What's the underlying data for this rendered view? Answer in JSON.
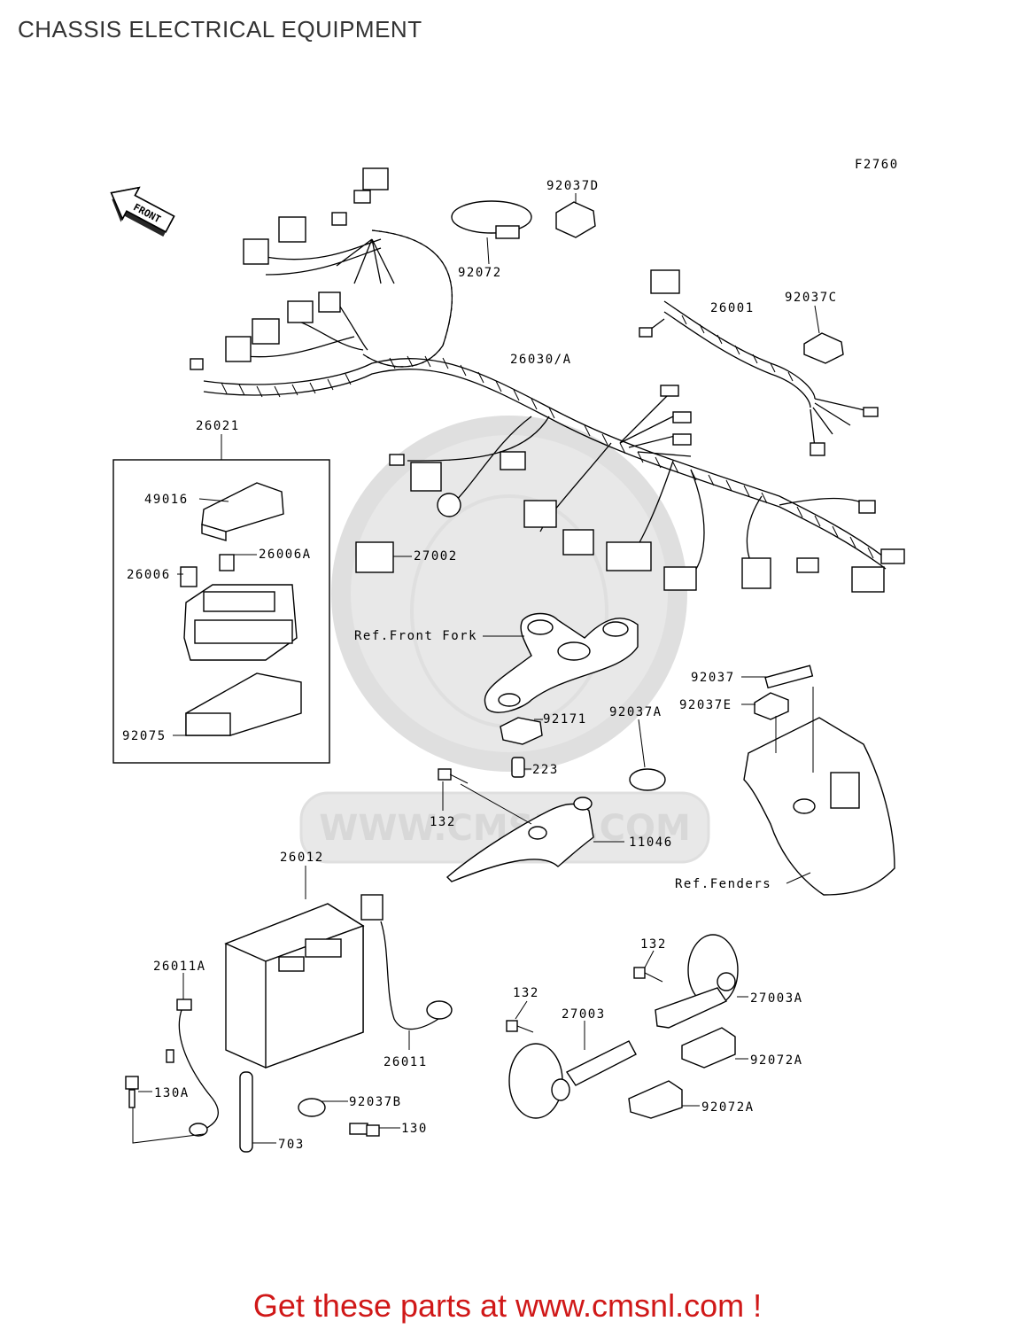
{
  "header": {
    "title": "CHASSIS ELECTRICAL EQUIPMENT"
  },
  "diagram": {
    "figure_code": "F2760",
    "direction_arrow": "FRONT",
    "watermark": "WWW.CMSNL.COM",
    "labels": {
      "p92037D": "92037D",
      "p92072": "92072",
      "p26001": "26001",
      "p92037C": "92037C",
      "p26030A": "26030/A",
      "p26021": "26021",
      "p49016": "49016",
      "p26006A": "26006A",
      "p26006": "26006",
      "p27002": "27002",
      "p92075": "92075",
      "refFrontFork": "Ref.Front Fork",
      "p92171": "92171",
      "p223": "223",
      "p92037A": "92037A",
      "p92037": "92037",
      "p92037E": "92037E",
      "p132a": "132",
      "p11046": "11046",
      "refFenders": "Ref.Fenders",
      "p26012": "26012",
      "p26011A": "26011A",
      "p26011": "26011",
      "p130A": "130A",
      "p92037B": "92037B",
      "p130": "130",
      "p703": "703",
      "p132b": "132",
      "p27003A": "27003A",
      "p132c": "132",
      "p27003": "27003",
      "p92072A1": "92072A",
      "p92072A2": "92072A"
    },
    "icons": [
      "front-arrow-icon",
      "watermark-logo-icon"
    ]
  },
  "footer": {
    "cta": "Get these parts at www.cmsnl.com !"
  },
  "colors": {
    "cta": "#d01818",
    "line": "#000000",
    "watermark": "#e6e6e6"
  }
}
